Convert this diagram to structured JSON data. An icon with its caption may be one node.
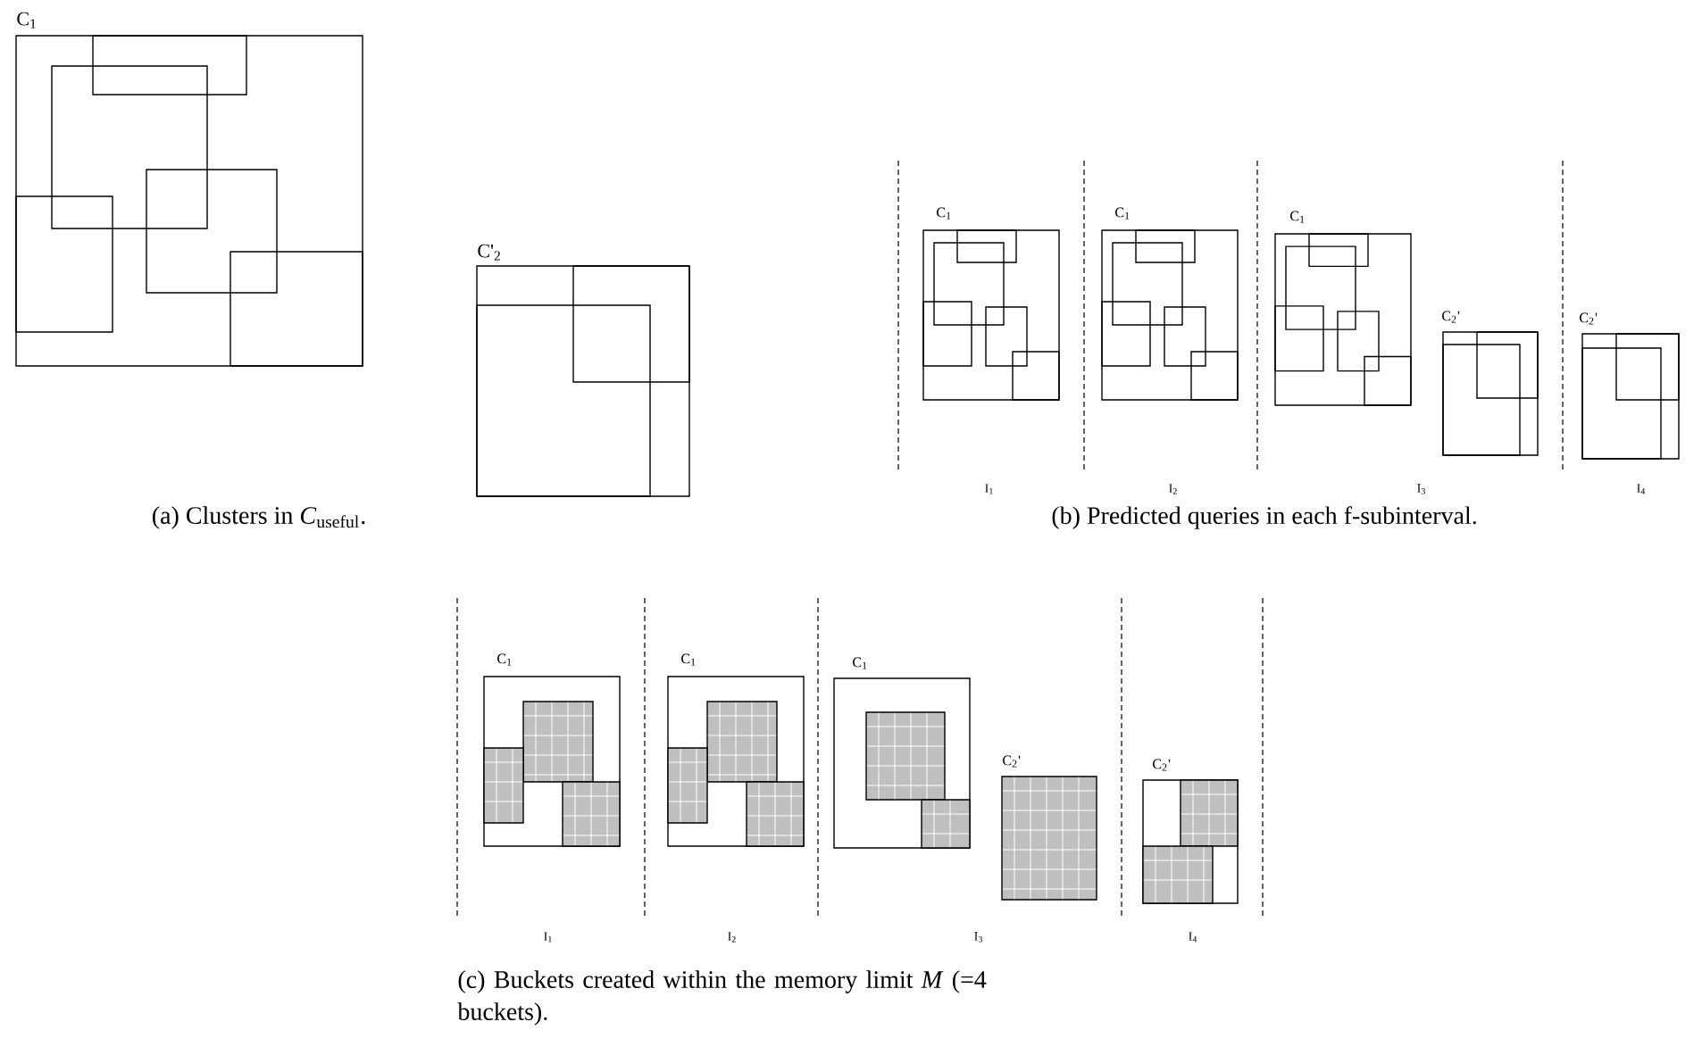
{
  "diagram": {
    "nodes": [
      {
        "text": [
          "C$_{1}$"
        ]
      },
      {
        "text": [],
        "shape": "box",
        "in": 0
      },
      {
        "text": [],
        "shape": "box",
        "in": 0
      },
      {
        "text": [],
        "shape": "box",
        "in": 0
      },
      {
        "text": [],
        "shape": "box",
        "in": 0
      },
      {
        "text": [],
        "shape": "box",
        "in": 0
      },
      {
        "text": [
          "C'$_{2}$"
        ]
      },
      {
        "text": [],
        "shape": "box",
        "in": 6
      },
      {
        "text": [],
        "shape": "box",
        "in": 6
      },
      {
        "text": [
          "C$_{1}$"
        ]
      },
      {
        "text": [],
        "shape": "box",
        "in": 9
      },
      {
        "text": [],
        "shape": "box",
        "in": 9
      },
      {
        "text": [],
        "shape": "box",
        "in": 9
      },
      {
        "text": [],
        "shape": "box",
        "in": 9
      },
      {
        "text": [],
        "shape": "box",
        "in": 9
      },
      {
        "text": [
          "C$_{1}$"
        ]
      },
      {
        "text": [],
        "shape": "box",
        "in": 15
      },
      {
        "text": [],
        "shape": "box",
        "in": 15
      },
      {
        "text": [],
        "shape": "box",
        "in": 15
      },
      {
        "text": [],
        "shape": "box",
        "in": 15
      },
      {
        "text": [],
        "shape": "box",
        "in": 15
      },
      {
        "text": [
          "C$_{1}$"
        ]
      },
      {
        "text": [],
        "shape": "box",
        "in": 21
      },
      {
        "text": [],
        "shape": "box",
        "in": 21
      },
      {
        "text": [],
        "shape": "box",
        "in": 21
      },
      {
        "text": [],
        "shape": "box",
        "in": 21
      },
      {
        "text": [],
        "shape": "box",
        "in": 21
      },
      {
        "text": [
          "C$_{2}$'"
        ]
      },
      {
        "text": [],
        "shape": "box",
        "in": 27
      },
      {
        "text": [],
        "shape": "box",
        "in": 27
      },
      {
        "text": [
          "C$_{2}$'"
        ]
      },
      {
        "text": [],
        "shape": "box",
        "in": 30
      },
      {
        "text": [],
        "shape": "box",
        "in": 30
      },
      {
        "text": [
          "C$_{1}$"
        ]
      },
      {
        "text": [],
        "shape": "box",
        "in": 33
      },
      {
        "text": [],
        "shape": "box",
        "in": 33
      },
      {
        "text": [],
        "shape": "box",
        "in": 33
      },
      {
        "text": [
          "C$_{1}$"
        ]
      },
      {
        "text": [],
        "shape": "box",
        "in": 37
      },
      {
        "text": [],
        "shape": "box",
        "in": 37
      },
      {
        "text": [],
        "shape": "box",
        "in": 37
      },
      {
        "text": [
          "C$_{1}$"
        ]
      },
      {
        "text": [],
        "shape": "box",
        "in": 41
      },
      {
        "text": [],
        "shape": "box",
        "in": 41
      },
      {
        "text": [
          "C$_{2}$'"
        ]
      },
      {
        "text": [
          "C$_{2}$'"
        ]
      },
      {
        "text": [],
        "shape": "box",
        "in": 45
      },
      {
        "text": [],
        "shape": "box",
        "in": 45
      }
    ],
    "labels": [
      "(a) Clusters in *C*$_{useful}$.",
      "I$_{1}$",
      "I$_{2}$",
      "I$_{3}$",
      "I$_{4}$",
      "(b) Predicted queries in each f-subinterval.",
      "I$_{1}$",
      "I$_{2}$",
      "I$_{3}$",
      "I$_{4}$",
      "(c) Buckets created within the memory limit *M* (=4 buckets)."
    ]
  }
}
